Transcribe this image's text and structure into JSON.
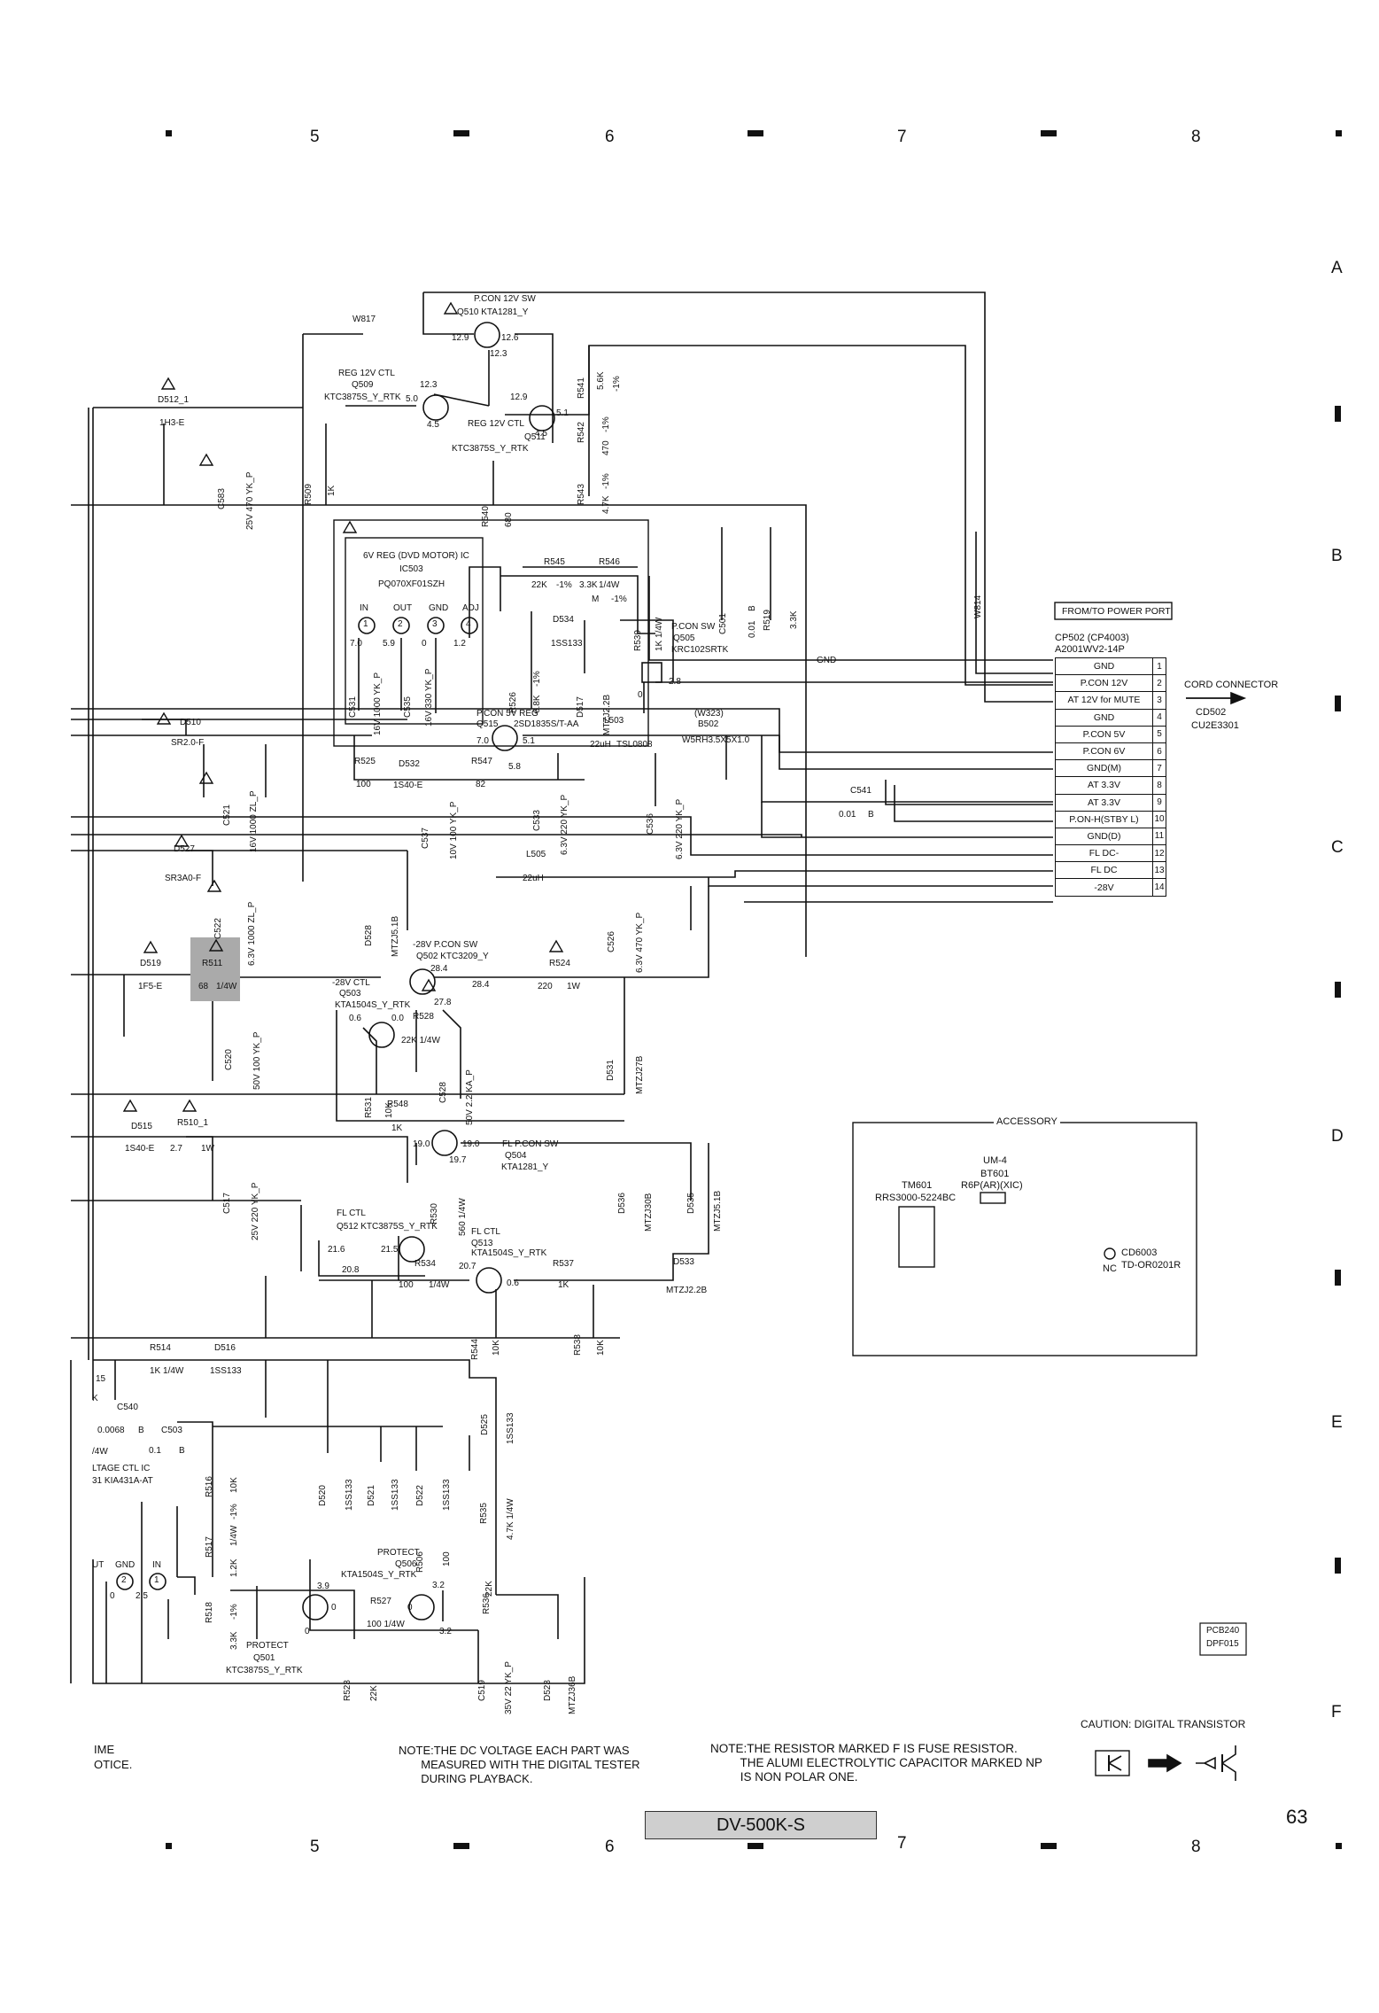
{
  "grid": {
    "columns": [
      "5",
      "6",
      "7",
      "8"
    ],
    "rows": [
      "A",
      "B",
      "C",
      "D",
      "E",
      "F"
    ]
  },
  "header": {
    "model": "DV-500K-S",
    "page_number": "63"
  },
  "connector": {
    "from_to": "FROM/TO POWER PORT",
    "name1": "CP502  (CP4003)",
    "name2": "A2001WV2-14P",
    "cord_label": "CORD CONNECTOR",
    "cord_ref": "CD502",
    "cord_part": "CU2E3301",
    "pins": [
      {
        "n": "1",
        "s": "GND"
      },
      {
        "n": "2",
        "s": "P.CON  12V"
      },
      {
        "n": "3",
        "s": "AT  12V for MUTE"
      },
      {
        "n": "4",
        "s": "GND"
      },
      {
        "n": "5",
        "s": "P.CON  5V"
      },
      {
        "n": "6",
        "s": "P.CON  6V"
      },
      {
        "n": "7",
        "s": "GND(M)"
      },
      {
        "n": "8",
        "s": "AT  3.3V"
      },
      {
        "n": "9",
        "s": "AT  3.3V"
      },
      {
        "n": "10",
        "s": "P.ON-H(STBY L)"
      },
      {
        "n": "11",
        "s": "GND(D)"
      },
      {
        "n": "12",
        "s": "FL DC-"
      },
      {
        "n": "13",
        "s": "FL DC"
      },
      {
        "n": "14",
        "s": "-28V"
      }
    ]
  },
  "accessory": {
    "title": "ACCESSORY",
    "um": "UM-4",
    "bt_ref": "BT601",
    "bt_part": "R6P(AR)(XIC)",
    "tm_ref": "TM601",
    "tm_part": "RRS3000-5224BC",
    "cd_ref": "CD6003",
    "cd_nc": "NC",
    "cd_part": "TD-OR0201R"
  },
  "pcb": {
    "l1": "PCB240",
    "l2": "DPF015"
  },
  "caution": "CAUTION: DIGITAL TRANSISTOR",
  "notes": {
    "left1": "IME",
    "left2": "OTICE.",
    "dc": "NOTE:THE DC VOLTAGE EACH PART WAS\n       MEASURED WITH THE DIGITAL TESTER\n       DURING PLAYBACK.",
    "fuse": "NOTE:THE RESISTOR MARKED F IS FUSE RESISTOR.\n         THE ALUMI ELECTROLYTIC CAPACITOR MARKED NP\n         IS NON POLAR ONE."
  },
  "labels": {
    "q510a": "P.CON  12V SW",
    "q510b": "Q510  KTA1281_Y",
    "w817": "W817",
    "v128a": "12.9",
    "v126": "12.6",
    "v123": "12.3",
    "q509a": "REG  12V CTL",
    "q509b": "Q509",
    "q509c": "KTC3875S_Y_RTK",
    "v50": "5.0",
    "v45a": "4.5",
    "v123b": "12.3",
    "v129": "12.9",
    "v51": "5.1",
    "v45b": "4.5",
    "q511a": "REG  12V CTL",
    "q511b": "Q511",
    "q511c": "KTC3875S_Y_RTK",
    "r541": "R541",
    "r541v": "5.6K",
    "r541t": "-1%",
    "r542": "R542",
    "r542v": "470",
    "r542t": "-1%",
    "r543": "R543",
    "r543v": "4.7K",
    "r543t": "-1%",
    "r540": "R540",
    "r540v": "680",
    "d5121": "D512_1",
    "d5121p": "1H3-E",
    "c583": "C583",
    "c583v": "25V  470  YK_P",
    "r509": "R509",
    "r509v": "1K",
    "ic503a": "6V REG (DVD MOTOR) IC",
    "ic503b": "IC503",
    "ic503c": "PQ070XF01SZH",
    "pin_in": "IN",
    "pin_out": "OUT",
    "pin_gnd": "GND",
    "pin_adj": "ADJ",
    "p1": "1",
    "p2": "2",
    "p3": "3",
    "p4": "4",
    "v70": "7.0",
    "v59": "5.9",
    "v0a": "0",
    "v12": "1.2",
    "r545": "R545",
    "r545v": "22K",
    "r545t": "-1%",
    "r546": "R546",
    "r546v": "3.3K",
    "r546t": "1/4W",
    "r546m": "M",
    "r546t2": "-1%",
    "c501": "C501",
    "c501v": "0.01",
    "c501b": "B",
    "r519": "R519",
    "r519v": "3.3K",
    "w814": "W814",
    "d534": "D534",
    "d534p": "1SS133",
    "r539": "R539",
    "r539v": "1K  1/4W",
    "q505a": "P.CON SW",
    "q505b": "Q505",
    "q505c": "KRC102SRTK",
    "v28": "2.8",
    "v0b": "0",
    "gnd1": "GND",
    "c531": "C531",
    "c531v": "16V  1000  YK_P",
    "c535": "C535",
    "c535v": "16V  330  YK_P",
    "r526": "R526",
    "r526v": "6.8K",
    "r526t": "-1%",
    "d517": "D517",
    "d517p": "MTZJ2.2B",
    "q515a": "P.CON  5V REG",
    "q515b": "Q515",
    "q515c": "2SD1835S/T-AA",
    "l503": "L503",
    "l503v": "22uH",
    "l503p": "TSL0808",
    "w323": "(W323)",
    "b502": "B502",
    "b502p": "W5RH3.5X5X1.0",
    "d510": "D510",
    "d510p": "SR2.0-F",
    "v70b": "7.0",
    "v51b": "5.1",
    "v58": "5.8",
    "r525": "R525",
    "r525v": "100",
    "d532": "D532",
    "d532p": "1S40-E",
    "r547": "R547",
    "r547v": "82",
    "c521": "C521",
    "c521v": "16V  1000  ZL_P",
    "c537": "C537",
    "c537v": "10V  100  YK_P",
    "c533": "C533",
    "c533v": "6.3V  220  YK_P",
    "c536": "C536",
    "c536v": "6.3V  220  YK_P",
    "c541": "C541",
    "c541v": "0.01",
    "c541b": "B",
    "d527": "D527",
    "d527p": "SR3A0-F",
    "l505": "L505",
    "l505v": "22uH",
    "c522": "C522",
    "c522v": "6.3V  1000  ZL_P",
    "d528": "D528",
    "d528p": "MTZJ5.1B",
    "c526": "C526",
    "c526v": "6.3V  470  YK_P",
    "d519": "D519",
    "d519p": "1F5-E",
    "r511": "R511",
    "r511v": "68",
    "r511t": "1/4W",
    "q502a": "-28V  P.CON SW",
    "q502b": "Q502   KTC3209_Y",
    "r524": "R524",
    "r524v": "220",
    "r524t": "1W",
    "v284": "28.4",
    "v284b": "28.4",
    "v278": "27.8",
    "q503a": "-28V CTL",
    "q503b": "Q503",
    "q503c": "KTA1504S_Y_RTK",
    "v06": "0.6",
    "v00": "0.0",
    "r528": "R528",
    "r528v": "22K  1/4W",
    "c520": "C520",
    "c520v": "50V  100  YK_P",
    "c528": "C528",
    "c528v": "50V  2.2  KA_P",
    "r531": "R531",
    "r531v": "10K",
    "d531": "D531",
    "d531p": "MTZJ27B",
    "r548": "R548",
    "r548v": "1K",
    "d515": "D515",
    "d515p": "1S40-E",
    "r5101": "R510_1",
    "r5101v": "2.7",
    "r5101t": "1W",
    "v190": "19.0",
    "v190b": "19.0",
    "v197": "19.7",
    "q504a": "FL  P.CON SW",
    "q504b": "Q504",
    "q504c": "KTA1281_Y",
    "c517": "C517",
    "c517v": "25V  220  YK_P",
    "r530": "R530",
    "r530v": "560  1/4W",
    "d536": "D536",
    "d536p": "MTZJ30B",
    "d535": "D535",
    "d535p": "MTZJ5.1B",
    "q512a": "FL   CTL",
    "q512b": "Q512   KTC3875S_Y_RTK",
    "v216": "21.6",
    "v215": "21.5",
    "v208": "20.8",
    "v207": "20.7",
    "v06b": "0.6",
    "q513a": "FL   CTL",
    "q513b": "Q513",
    "q513c": "KTA1504S_Y_RTK",
    "r534": "R534",
    "r534v": "100",
    "r534t": "1/4W",
    "r537": "R537",
    "r537v": "1K",
    "d533": "D533",
    "d533p": "MTZJ2.2B",
    "r544": "R544",
    "r544v": "10K",
    "r538": "R538",
    "r538v": "10K",
    "r514": "R514",
    "r514v": "1K  1/4W",
    "d516": "D516",
    "d516p": "1SS133",
    "c540": "C540",
    "c540v": "0.0068",
    "c540b": "B",
    "c503": "C503",
    "c503v": "0.1",
    "c503b": "B",
    "w15": "15",
    "k15": "K",
    "w14": "/4W",
    "icl1": "LTAGE CTL IC",
    "icl2": "31    KIA431A-AT",
    "pin_ut": "UT",
    "pin_gnd2": "GND",
    "pin_in2": "IN",
    "pn2": "2",
    "pn1": "1",
    "v0c": "0",
    "v25": "2.5",
    "r516": "R516",
    "r516v": "10K",
    "r516t": "-1%",
    "r517": "R517",
    "r517v": "1.2K",
    "r517t": "1/4W",
    "r518": "R518",
    "r518v": "3.3K",
    "r518t": "-1%",
    "d525": "D525",
    "d525p": "1SS133",
    "d520": "D520",
    "d520p": "1SS133",
    "d521": "D521",
    "d521p": "1SS133",
    "d522": "D522",
    "d522p": "1SS133",
    "r535": "R535",
    "r535v": "4.7K  1/4W",
    "r506": "R506",
    "r506v": "100",
    "q506a": "PROTECT",
    "q506b": "Q506",
    "q506c": "KTA1504S_Y_RTK",
    "r536": "R536",
    "r536v": "22K",
    "v39": "3.9",
    "v0d": "0",
    "v0e": "0",
    "v0f": "0",
    "v32": "3.2",
    "v32b": "3.2",
    "r527": "R527",
    "r527v": "100  1/4W",
    "q501a": "PROTECT",
    "q501b": "Q501",
    "q501c": "KTC3875S_Y_RTK",
    "r523": "R523",
    "r523v": "22K",
    "c519": "C519",
    "c519v": "35V  22  YK_P",
    "d523": "D523",
    "d523p": "MTZJ36B"
  }
}
